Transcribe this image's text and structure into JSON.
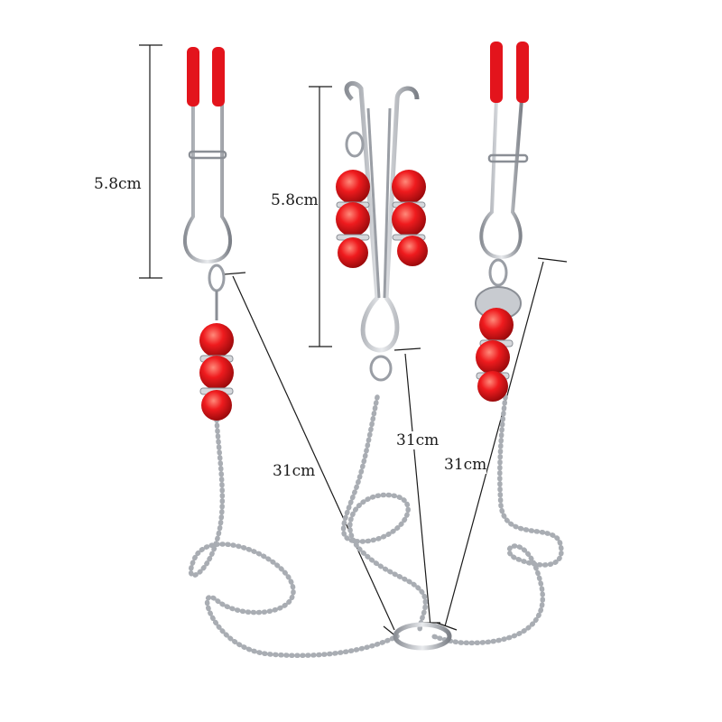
{
  "labels": {
    "clamp_left_height": "5.8cm",
    "clamp_center_height": "5.8cm",
    "chain_left_length": "31cm",
    "chain_center_length": "31cm",
    "chain_right_length": "31cm"
  },
  "colors": {
    "tip_red": "#e3141c",
    "bead_red": "#e8141a",
    "metal": "#b9bcc2",
    "metal_dark": "#6f737a",
    "dimension_line": "#1a1a1a"
  }
}
